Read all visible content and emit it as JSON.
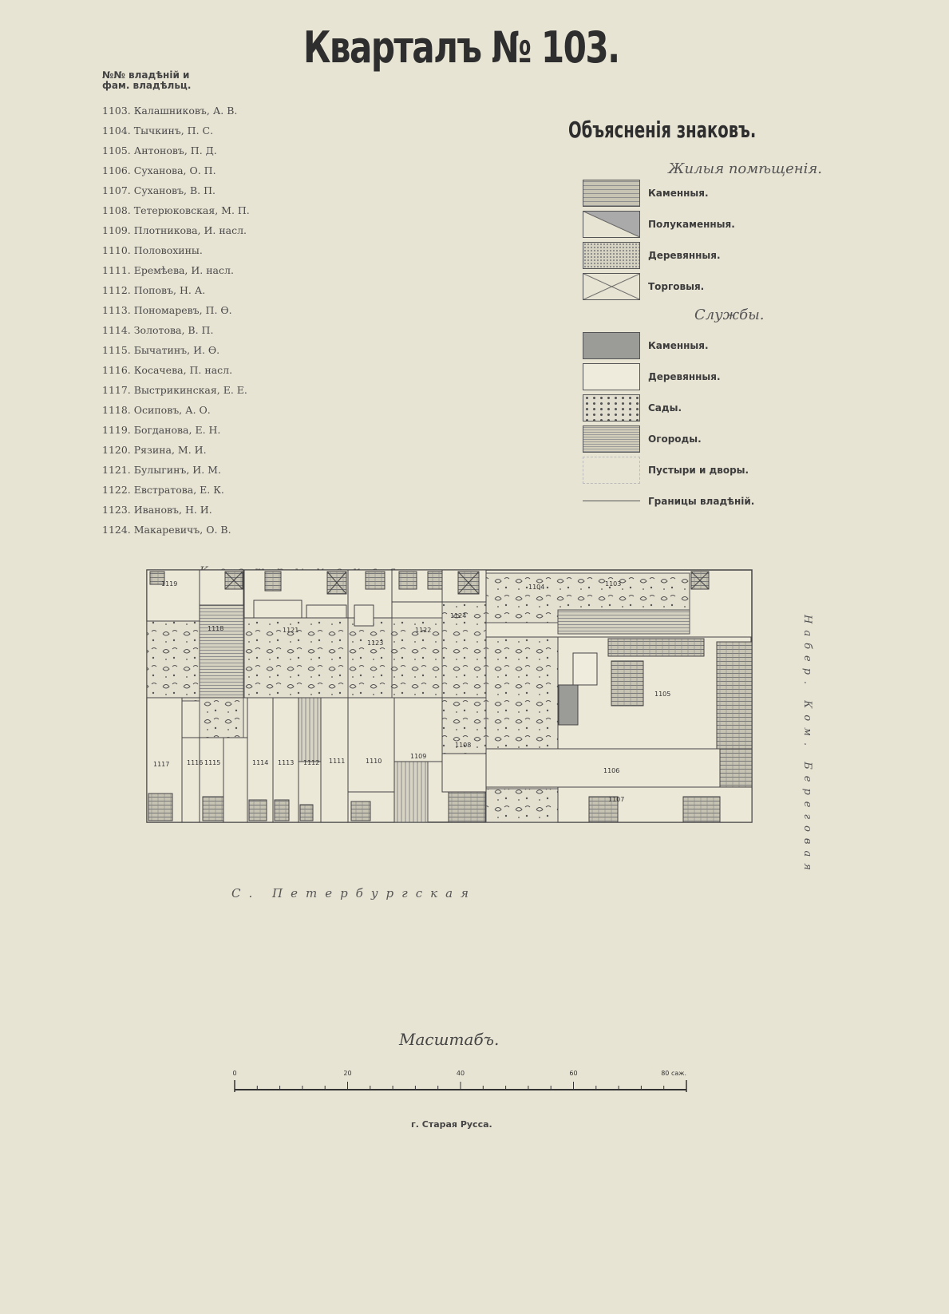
{
  "title": "Кварталъ № 103.",
  "owners": {
    "heading_line1": "№№ владѣній и",
    "heading_line2": "фам. владѣльц.",
    "items": [
      "1103. Калашниковъ, А. В.",
      "1104. Тычкинъ, П. С.",
      "1105. Антоновъ, П. Д.",
      "1106. Суханова, О. П.",
      "1107. Сухановъ, В. П.",
      "1108. Тетерюковская, М. П.",
      "1109. Плотникова, И. насл.",
      "1110. Половохины.",
      "1111. Еремѣева, И. насл.",
      "1112. Поповъ, Н. А.",
      "1113. Пономаревъ, П. Ѳ.",
      "1114. Золотова, В. П.",
      "1115. Бычатинъ, И. Ѳ.",
      "1116. Косачева, П. насл.",
      "1117. Выстрикинская, Е. Е.",
      "1118. Осиповъ, А. О.",
      "1119. Богданова, Е. Н.",
      "1120. Рязина, М. И.",
      "1121. Булыгинъ, И. М.",
      "1122. Евстратова, Е. К.",
      "1123. Ивановъ, Н. И.",
      "1124. Макаревичъ, О. В."
    ]
  },
  "legend": {
    "title": "Объясненія знаковъ.",
    "residential_heading": "Жилыя помѣщенія.",
    "residential": [
      {
        "pattern": "stone-res",
        "label": "Каменныя."
      },
      {
        "pattern": "half-stone",
        "label": "Полукаменныя."
      },
      {
        "pattern": "wood-res",
        "label": "Деревянныя."
      },
      {
        "pattern": "trade",
        "label": "Торговыя."
      }
    ],
    "services_heading": "Службы.",
    "services": [
      {
        "pattern": "stone-serv",
        "label": "Каменныя."
      },
      {
        "pattern": "wood-serv",
        "label": "Деревянныя."
      },
      {
        "pattern": "garden",
        "label": "Сады."
      },
      {
        "pattern": "kitchen",
        "label": "Огороды."
      },
      {
        "pattern": "yard",
        "label": "Пустыри и дворы."
      },
      {
        "pattern": "boundary",
        "label": "Границы владѣній."
      }
    ]
  },
  "map": {
    "street_top": "Кострымская",
    "street_bottom": "С. Петербургская",
    "street_right": "Набер. Ком. Береговая",
    "plot_labels": [
      "1103",
      "1104",
      "1105",
      "1106",
      "1107",
      "1108",
      "1109",
      "1110",
      "1111",
      "1112",
      "1113",
      "1114",
      "1115",
      "1116",
      "1117",
      "1118",
      "1119",
      "1121",
      "1122",
      "1123",
      "1124"
    ]
  },
  "scale": {
    "title": "Масштабъ.",
    "ticks": [
      "0",
      "20",
      "40",
      "60",
      "80 саж."
    ]
  },
  "city": "г. Старая Русса."
}
